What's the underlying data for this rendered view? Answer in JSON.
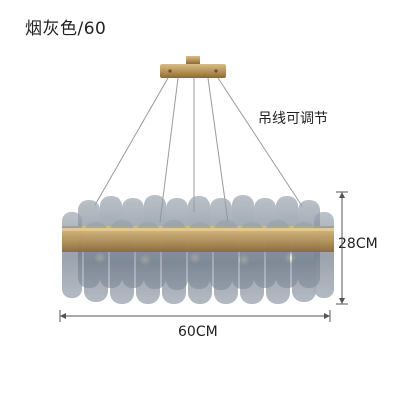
{
  "product": {
    "variant_label": "烟灰色/60",
    "adjustable_note": "吊线可调节",
    "width_label": "60CM",
    "height_label": "28CM"
  },
  "colors": {
    "brass": "#b8955a",
    "smoke_glass": "#7c8796",
    "wire": "#9a9a9a",
    "dimension_line": "#555555"
  }
}
